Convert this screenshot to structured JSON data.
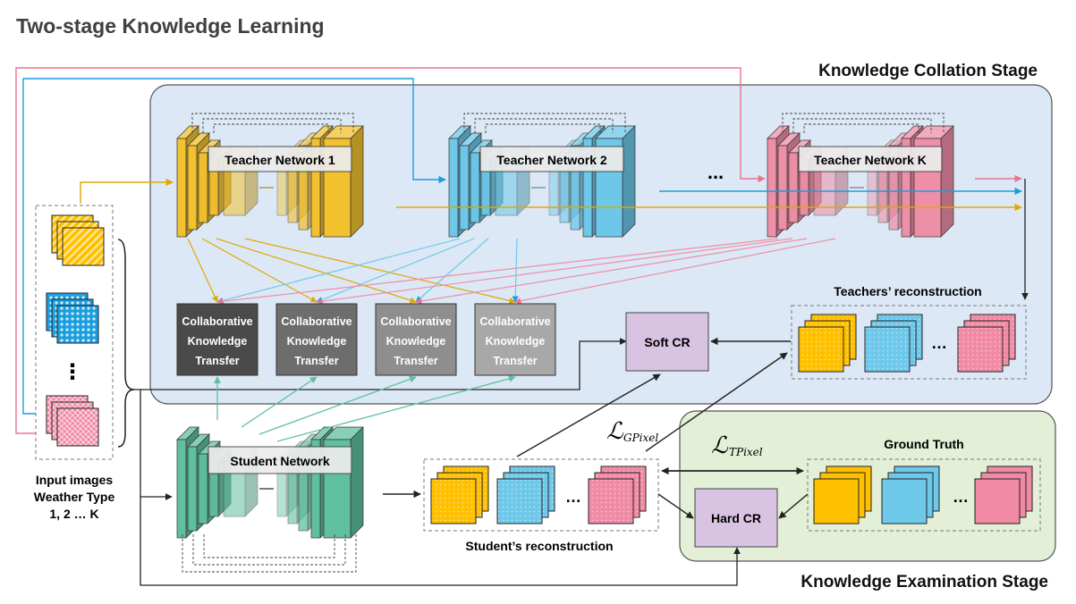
{
  "title": "Two-stage Knowledge Learning",
  "stages": {
    "collation": "Knowledge Collation Stage",
    "examination": "Knowledge Examination Stage"
  },
  "teachers": [
    {
      "label": "Teacher Network 1",
      "color": "#f2c12e"
    },
    {
      "label": "Teacher Network 2",
      "color": "#6cc7e8"
    },
    {
      "label": "Teacher Network K",
      "color": "#ee8fa8"
    }
  ],
  "teacher_ellipsis": "...",
  "ckt": {
    "line1": "Collaborative",
    "line2": "Knowledge",
    "line3": "Transfer",
    "colors": [
      "#4a4a4a",
      "#6d6d6d",
      "#8e8e8e",
      "#a8a8a8"
    ]
  },
  "student": {
    "label": "Student Network",
    "color": "#5fbf9e"
  },
  "input": {
    "line1": "Input images",
    "line2": "Weather Type",
    "line3": "1, 2 … K",
    "vellipsis": "⋮"
  },
  "soft_cr": "Soft CR",
  "hard_cr": "Hard CR",
  "teachers_reconstruction": "Teachers’ reconstruction",
  "students_reconstruction": "Student’s reconstruction",
  "ground_truth": "Ground Truth",
  "loss_gpixel": {
    "symbol": "ℒ",
    "sub": "GPixel"
  },
  "loss_tpixel": {
    "symbol": "ℒ",
    "sub": "TPixel"
  },
  "stack_ellipsis": "…",
  "colors": {
    "yellow": "#ffc000",
    "blue": "#6ec8ea",
    "pink": "#f08aa5",
    "green": "#5fbf9e",
    "collation_bg": "#dce8f5",
    "examination_bg": "#e3efd6",
    "cr_box": "#d9c3e3"
  }
}
